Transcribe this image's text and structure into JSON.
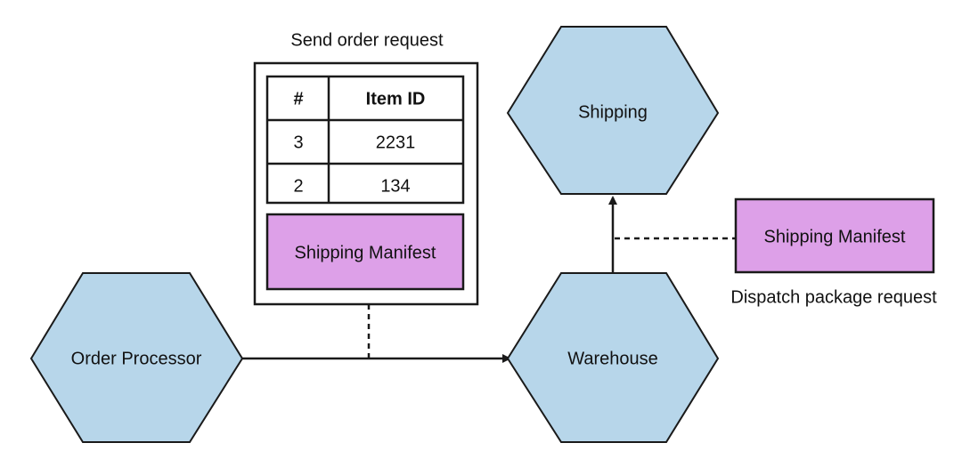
{
  "nodes": {
    "order_processor": "Order Processor",
    "warehouse": "Warehouse",
    "shipping": "Shipping"
  },
  "send_request": {
    "caption": "Send order request",
    "table": {
      "headers": [
        "#",
        "Item ID"
      ],
      "rows": [
        [
          "3",
          "2231"
        ],
        [
          "2",
          "134"
        ]
      ]
    },
    "manifest_label": "Shipping Manifest"
  },
  "dispatch_request": {
    "manifest_label": "Shipping Manifest",
    "caption": "Dispatch package request"
  },
  "colors": {
    "hexagon_fill": "#b7d6ea",
    "manifest_fill": "#dda0e8",
    "stroke": "#1a1a1a"
  }
}
